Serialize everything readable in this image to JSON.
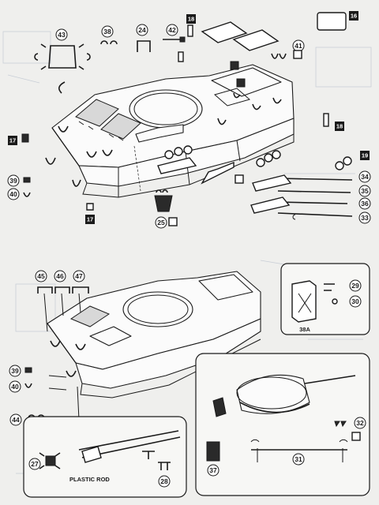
{
  "step1": {
    "callouts": {
      "c43": "43",
      "c38": "38",
      "c24": "24",
      "c42": "42",
      "c41": "41",
      "c39": "39",
      "c40": "40",
      "c25": "25",
      "c34": "34",
      "c35": "35",
      "c36": "36",
      "c33": "33"
    },
    "tags": {
      "t16": "16",
      "t18a": "18",
      "t18b": "18",
      "t17a": "17",
      "t17b": "17",
      "t19": "19"
    }
  },
  "step2": {
    "callouts": {
      "c45": "45",
      "c46": "46",
      "c47": "47",
      "c39": "39",
      "c40": "40",
      "c44": "44",
      "c27": "27",
      "c28": "28",
      "c29": "29",
      "c30": "30",
      "c32": "32",
      "c31": "31",
      "c37": "37"
    },
    "box_label": "38A",
    "rod_label": "PLASTIC ROD"
  },
  "colors": {
    "ink": "#1a1a1a",
    "paper": "#efefed",
    "tag": "#1a1a1a"
  }
}
